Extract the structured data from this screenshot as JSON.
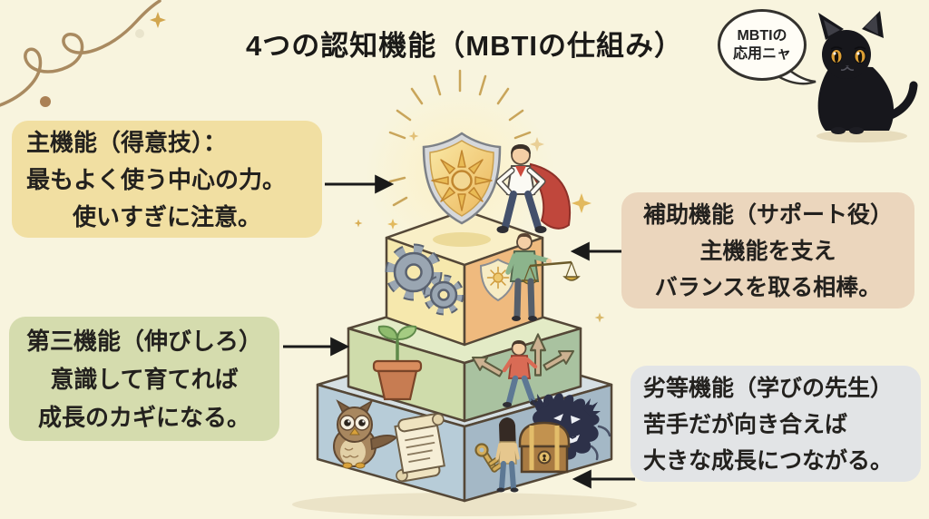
{
  "title": "4つの認知機能（MBTIの仕組み）",
  "mascot": {
    "kind": "black-cat",
    "bubble": {
      "line1": "MBTIの",
      "line2": "応用ニャ"
    }
  },
  "callouts": {
    "dominant": {
      "lines": [
        "主機能（得意技）：",
        "最もよく使う中心の力。",
        "使いすぎに注意。"
      ],
      "bg": "#f1dfa2"
    },
    "auxiliary": {
      "lines": [
        "補助機能（サポート役）",
        "主機能を支え",
        "バランスを取る相棒。"
      ],
      "bg": "#ebd6bd"
    },
    "tertiary": {
      "lines": [
        "第三機能（伸びしろ）",
        "意識して育てれば",
        "成長のカギになる。"
      ],
      "bg": "#d5dcae"
    },
    "inferior": {
      "lines": [
        "劣等機能（学びの先生）",
        "苦手だが向き合えば",
        "大きな成長につながる。"
      ],
      "bg": "#e2e4e6"
    }
  },
  "pyramid": {
    "tiers": [
      {
        "label": "dominant-level",
        "top": "#f9efc7",
        "left": "#f6e8ad",
        "right": "#efba7e"
      },
      {
        "label": "tertiary-level",
        "top": "#e3ebc6",
        "left": "#cfdcab",
        "right": "#a9c2a0"
      },
      {
        "label": "inferior-level",
        "top": "#d5dfe3",
        "left": "#b7ccd8",
        "right": "#a4b8c6"
      }
    ],
    "icons": [
      "sun-shield",
      "hero",
      "gears",
      "mini-shield",
      "scales-figure",
      "sprout-pot",
      "crossroads-figure",
      "owl",
      "scroll",
      "key",
      "treasure-chest",
      "shadow-monster",
      "girl-figure"
    ]
  },
  "colors": {
    "background": "#f8f4de",
    "arrow": "#1a1a1a",
    "sparkle": "#e2b95e",
    "outline": "#544737"
  }
}
